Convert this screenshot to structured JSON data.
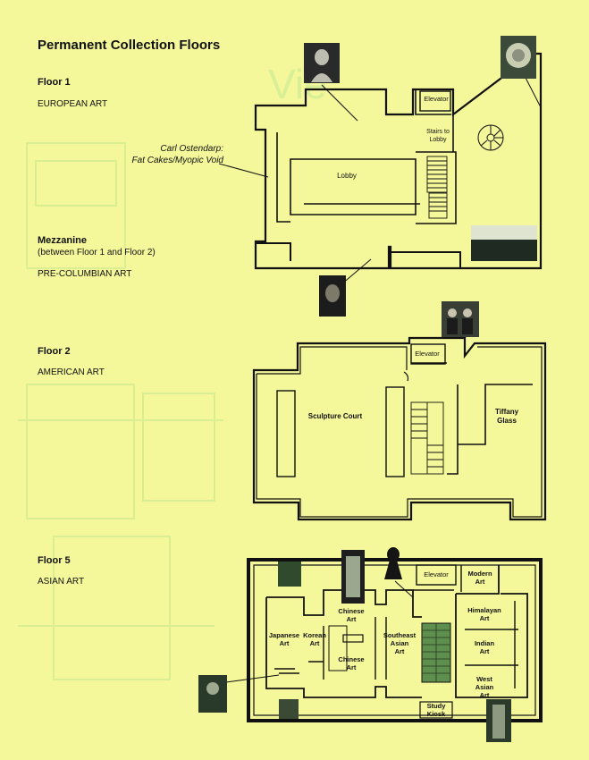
{
  "page": {
    "title": "Permanent Collection Floors",
    "faint_heading": "Vie"
  },
  "floors": {
    "floor1": {
      "heading": "Floor 1",
      "collection": "EUROPEAN ART"
    },
    "mezzanine": {
      "heading": "Mezzanine",
      "note": "(between Floor 1 and Floor 2)",
      "collection": "PRE-COLUMBIAN ART"
    },
    "floor2": {
      "heading": "Floor 2",
      "collection": "AMERICAN ART"
    },
    "floor5": {
      "heading": "Floor 5",
      "collection": "ASIAN ART"
    }
  },
  "annotations": {
    "artwork_line1": "Carl Ostendarp:",
    "artwork_line2": "Fat Cakes/Myopic Void"
  },
  "plan1": {
    "elevator": "Elevator",
    "stairs_line1": "Stairs to",
    "stairs_line2": "Lobby",
    "lobby": "Lobby"
  },
  "plan2": {
    "elevator": "Elevator",
    "sculpture_court": "Sculpture Court",
    "tiffany_line1": "Tiffany",
    "tiffany_line2": "Glass"
  },
  "plan5": {
    "elevator": "Elevator",
    "modern_line1": "Modern",
    "modern_line2": "Art",
    "chinese_top_line1": "Chinese",
    "chinese_top_line2": "Art",
    "japanese_line1": "Japanese",
    "japanese_line2": "Art",
    "korean_line1": "Korean",
    "korean_line2": "Art",
    "chinese_bottom_line1": "Chinese",
    "chinese_bottom_line2": "Art",
    "southeast_line1": "Southeast",
    "southeast_line2": "Asian",
    "southeast_line3": "Art",
    "himalayan_line1": "Himalayan",
    "himalayan_line2": "Art",
    "indian_line1": "Indian",
    "indian_line2": "Art",
    "westasian_line1": "West",
    "westasian_line2": "Asian",
    "westasian_line3": "Art",
    "kiosk_line1": "Study",
    "kiosk_line2": "Kiosk"
  },
  "colors": {
    "paper": "#f4f79a",
    "ink": "#111111",
    "ghost_print": "#d6ef8e"
  }
}
